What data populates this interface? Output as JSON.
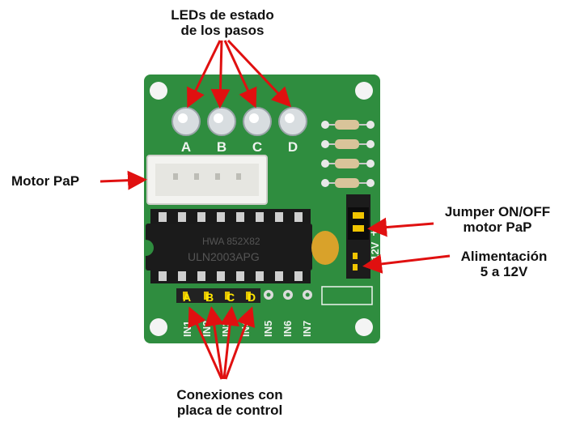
{
  "callouts": {
    "leds": [
      "LEDs de estado",
      "de los pasos"
    ],
    "motor": "Motor PaP",
    "jumper": [
      "Jumper ON/OFF",
      "motor PaP"
    ],
    "power": [
      "Alimentación",
      "5 a 12V"
    ],
    "connections": [
      "Conexiones con",
      "placa de control"
    ]
  },
  "board": {
    "led_letters": [
      "A",
      "B",
      "C",
      "D"
    ],
    "pin_letters": [
      "A",
      "B",
      "C",
      "D"
    ],
    "pin_labels": [
      "IN1",
      "IN2",
      "IN3",
      "IN4",
      "IN5",
      "IN6",
      "IN7"
    ],
    "chip_text": [
      "HWA 852X82",
      "ULN2003APG"
    ],
    "power_marks": [
      "+",
      "5-12V"
    ],
    "colors": {
      "pcb": "#2f8d3f",
      "arrow": "#e01010",
      "pin_letter": "#ffe600"
    }
  }
}
